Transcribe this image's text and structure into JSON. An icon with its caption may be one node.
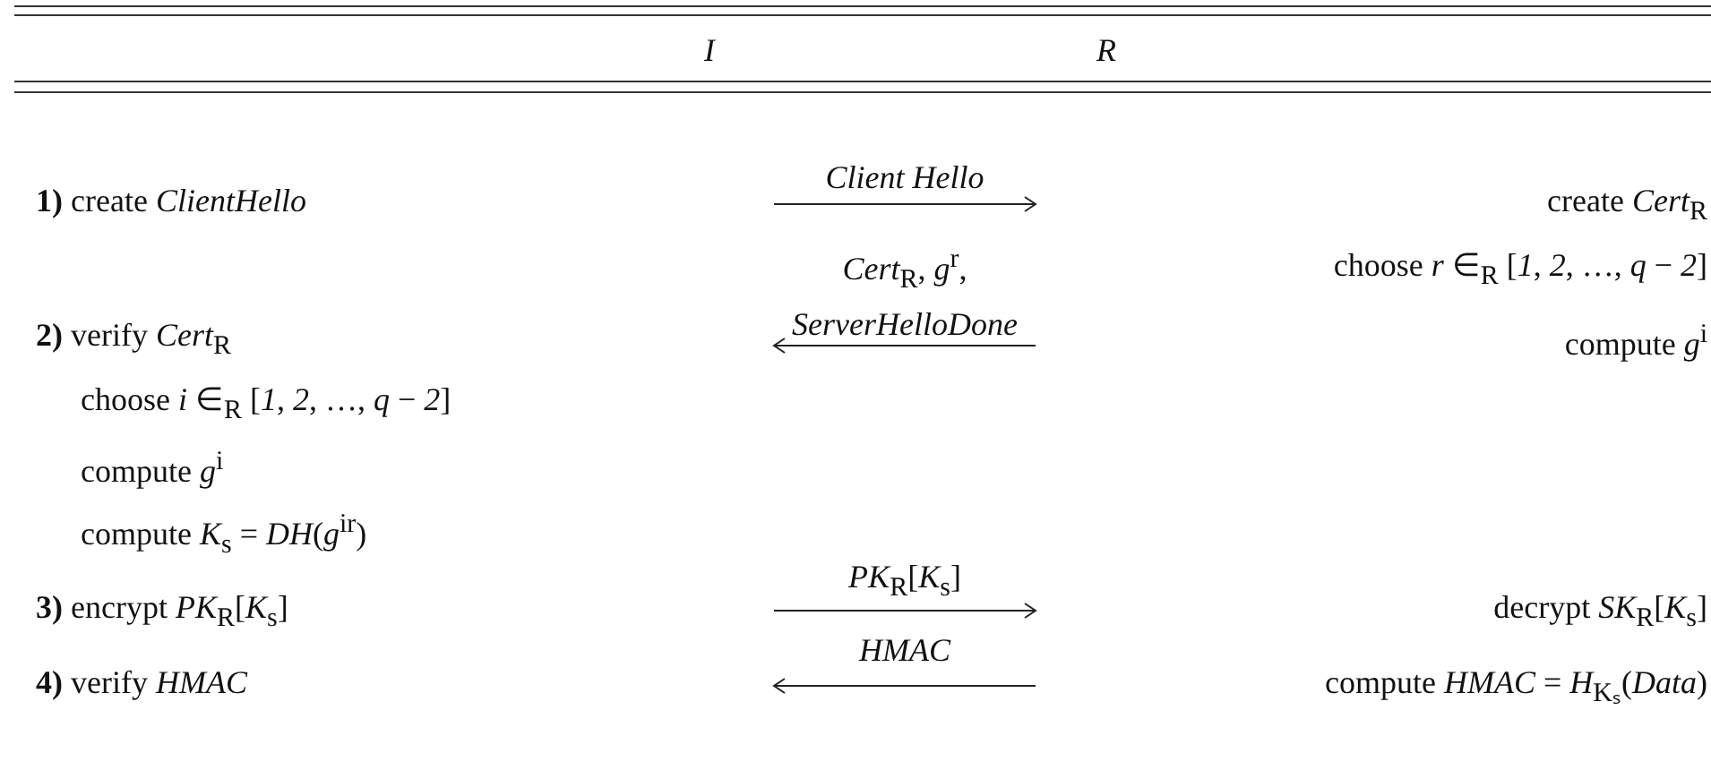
{
  "diagram": {
    "labels": [
      "I",
      "R",
      "**1)** create *ClientHello*",
      "Client Hello",
      "create *Cert*$_{R}$",
      "*Cert*$_{R}$, *g*$^{r}$, *ServerHelloDone*",
      "choose *r* ∈$_{R}$ [*1*, *2*, …, *q* − *2*]",
      "**2)** verify *Cert*$_{R}$",
      "compute *g*$^{i}$",
      "choose *i* ∈$_{R}$ [*1*, *2*, …, *q* − *2*]",
      "compute *g*$^{i}$",
      "compute *K*$_{s}$ = *DH*(*g*$^{ir}$)",
      "**3)** encrypt  *PK*$_{R}$[*K*$_{s}$]",
      "*PK*$_{R}$[*K*$_{s}$]",
      "decrypt *SK*$_{R}$[*K*$_{s}$]",
      "**4)** verify *HMAC*",
      "HMAC",
      "compute *HMAC* = *H*$_{Kₛ}$(*Data*)"
    ]
  }
}
